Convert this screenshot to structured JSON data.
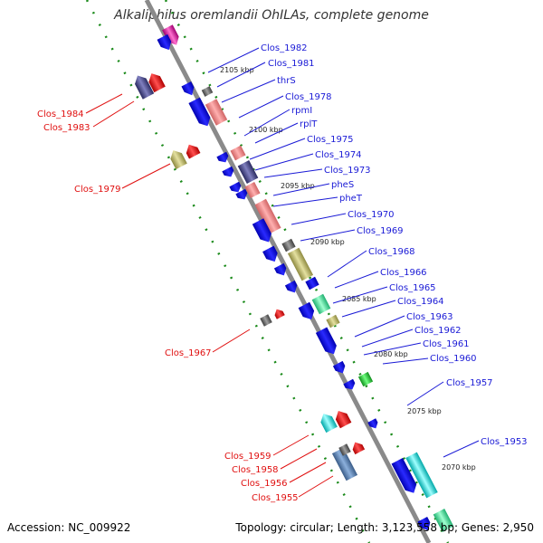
{
  "title": "Alkaliphilus oremlandii OhILAs, complete genome",
  "footer": {
    "accession": "Accession: NC_009922",
    "summary": "Topology: circular; Length: 3,123,558 bp; Genes: 2,950"
  },
  "ticks": [
    "2105 kbp",
    "2100 kbp",
    "2095 kbp",
    "2090 kbp",
    "2085 kbp",
    "2080 kbp",
    "2075 kbp",
    "2070 kbp"
  ],
  "forward_labels": [
    "Clos_1982",
    "Clos_1981",
    "thrS",
    "Clos_1978",
    "rpmI",
    "rplT",
    "Clos_1975",
    "Clos_1974",
    "Clos_1973",
    "pheS",
    "pheT",
    "Clos_1970",
    "Clos_1969",
    "Clos_1968",
    "Clos_1966",
    "Clos_1965",
    "Clos_1964",
    "Clos_1963",
    "Clos_1962",
    "Clos_1961",
    "Clos_1960",
    "Clos_1957",
    "Clos_1953"
  ],
  "reverse_labels": [
    "Clos_1984",
    "Clos_1983",
    "Clos_1979",
    "Clos_1967",
    "Clos_1959",
    "Clos_1958",
    "Clos_1956",
    "Clos_1955"
  ],
  "colors": {
    "forward_label": "#1a1ad6",
    "reverse_label": "#e01010",
    "backbone": "#8a8a8a",
    "blue": "#1010e0",
    "pink": "#f08a8a",
    "olive": "#bdb76b",
    "navy": "#4a4a8a",
    "red": "#f01010",
    "cyan": "#22e6e6",
    "green": "#22cc44",
    "gray": "#707070",
    "magenta": "#e020a0"
  }
}
